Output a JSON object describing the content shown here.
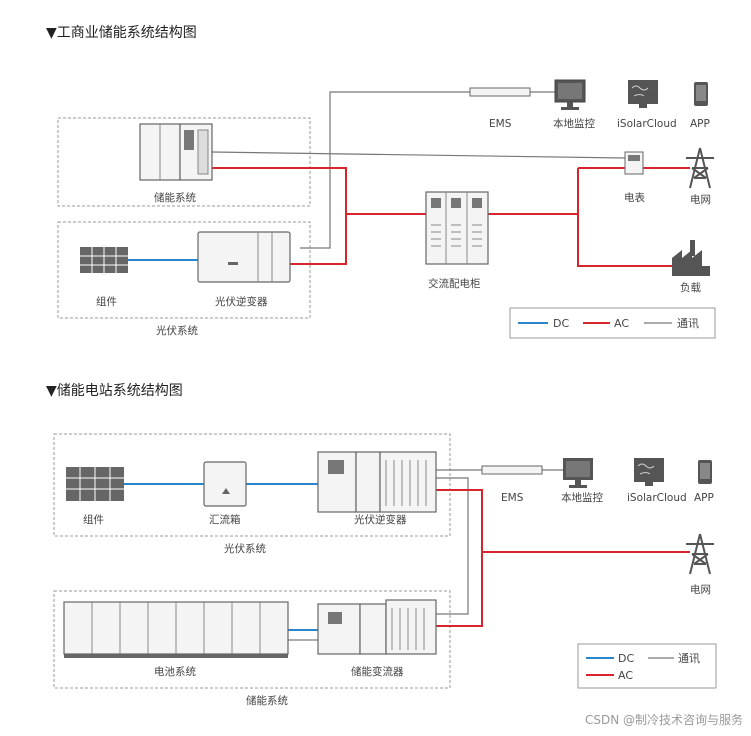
{
  "section1": {
    "title": "▼工商业储能系统结构图",
    "labels": {
      "storage": "储能系统",
      "pv_system": "光伏系统",
      "modules": "组件",
      "pv_inverter": "光伏逆变器",
      "ac_cabinet": "交流配电柜",
      "ems": "EMS",
      "local_monitor": "本地监控",
      "cloud": "iSolarCloud",
      "app": "APP",
      "meter": "电表",
      "grid": "电网",
      "load": "负载"
    },
    "legend": {
      "dc": "DC",
      "ac": "AC",
      "comm": "通讯"
    }
  },
  "section2": {
    "title": "▼储能电站系统结构图",
    "labels": {
      "modules": "组件",
      "combiner": "汇流箱",
      "pv_inverter": "光伏逆变器",
      "pv_system": "光伏系统",
      "ems": "EMS",
      "local_monitor": "本地监控",
      "cloud": "iSolarCloud",
      "app": "APP",
      "grid": "电网",
      "battery": "电池系统",
      "pcs": "储能变流器",
      "storage_system": "储能系统"
    },
    "legend": {
      "dc": "DC",
      "comm": "通讯",
      "ac": "AC"
    }
  },
  "colors": {
    "dc": "#2a86c8",
    "ac": "#d6262d",
    "comm": "#777777"
  },
  "watermark": "CSDN @制冷技术咨询与服务"
}
